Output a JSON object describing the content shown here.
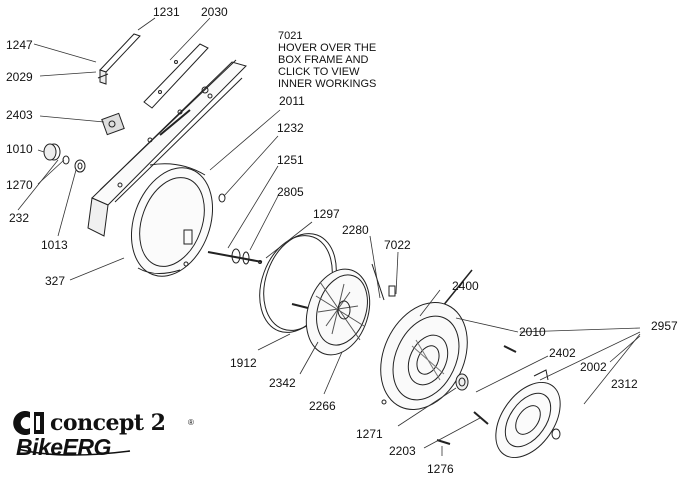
{
  "diagram": {
    "hover_note": "7021\nHOVER OVER THE\nBOX FRAME AND\nCLICK TO VIEW\nINNER WORKINGS",
    "brand": {
      "wordmark": "concept 2",
      "registered": "®",
      "product": "BikeERG"
    },
    "parts": [
      {
        "id": "1231",
        "label": "1231"
      },
      {
        "id": "2030",
        "label": "2030"
      },
      {
        "id": "1247",
        "label": "1247"
      },
      {
        "id": "2029",
        "label": "2029"
      },
      {
        "id": "2403",
        "label": "2403"
      },
      {
        "id": "1010",
        "label": "1010"
      },
      {
        "id": "1270",
        "label": "1270"
      },
      {
        "id": "232",
        "label": "232"
      },
      {
        "id": "1013",
        "label": "1013"
      },
      {
        "id": "327",
        "label": "327"
      },
      {
        "id": "2011",
        "label": "2011"
      },
      {
        "id": "1232",
        "label": "1232"
      },
      {
        "id": "1251",
        "label": "1251"
      },
      {
        "id": "2805",
        "label": "2805"
      },
      {
        "id": "1297",
        "label": "1297"
      },
      {
        "id": "2280",
        "label": "2280"
      },
      {
        "id": "7022",
        "label": "7022"
      },
      {
        "id": "2400",
        "label": "2400"
      },
      {
        "id": "2010",
        "label": "2010"
      },
      {
        "id": "2957",
        "label": "2957"
      },
      {
        "id": "2402",
        "label": "2402"
      },
      {
        "id": "2002",
        "label": "2002"
      },
      {
        "id": "2312",
        "label": "2312"
      },
      {
        "id": "1912",
        "label": "1912"
      },
      {
        "id": "2342",
        "label": "2342"
      },
      {
        "id": "2266",
        "label": "2266"
      },
      {
        "id": "1271",
        "label": "1271"
      },
      {
        "id": "2203",
        "label": "2203"
      },
      {
        "id": "1276",
        "label": "1276"
      }
    ]
  }
}
